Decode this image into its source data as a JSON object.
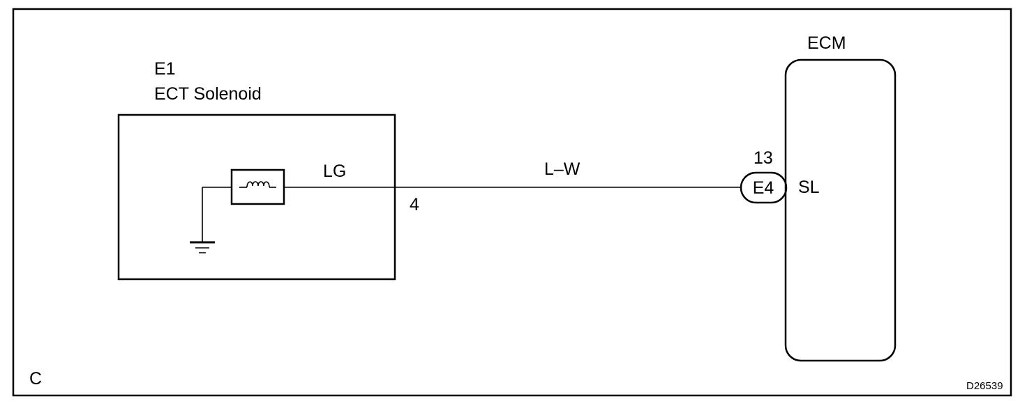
{
  "component": {
    "code": "E1",
    "name": "ECT Solenoid",
    "wire_color": "LG",
    "pin": "4"
  },
  "harness": {
    "wire_color": "L–W"
  },
  "connector": {
    "code": "E4",
    "pin": "13",
    "terminal": "SL"
  },
  "ecm": {
    "name": "ECM"
  },
  "corner_mark": "C",
  "figure_id": "D26539",
  "colors": {
    "line": "#000000",
    "background": "#ffffff"
  }
}
